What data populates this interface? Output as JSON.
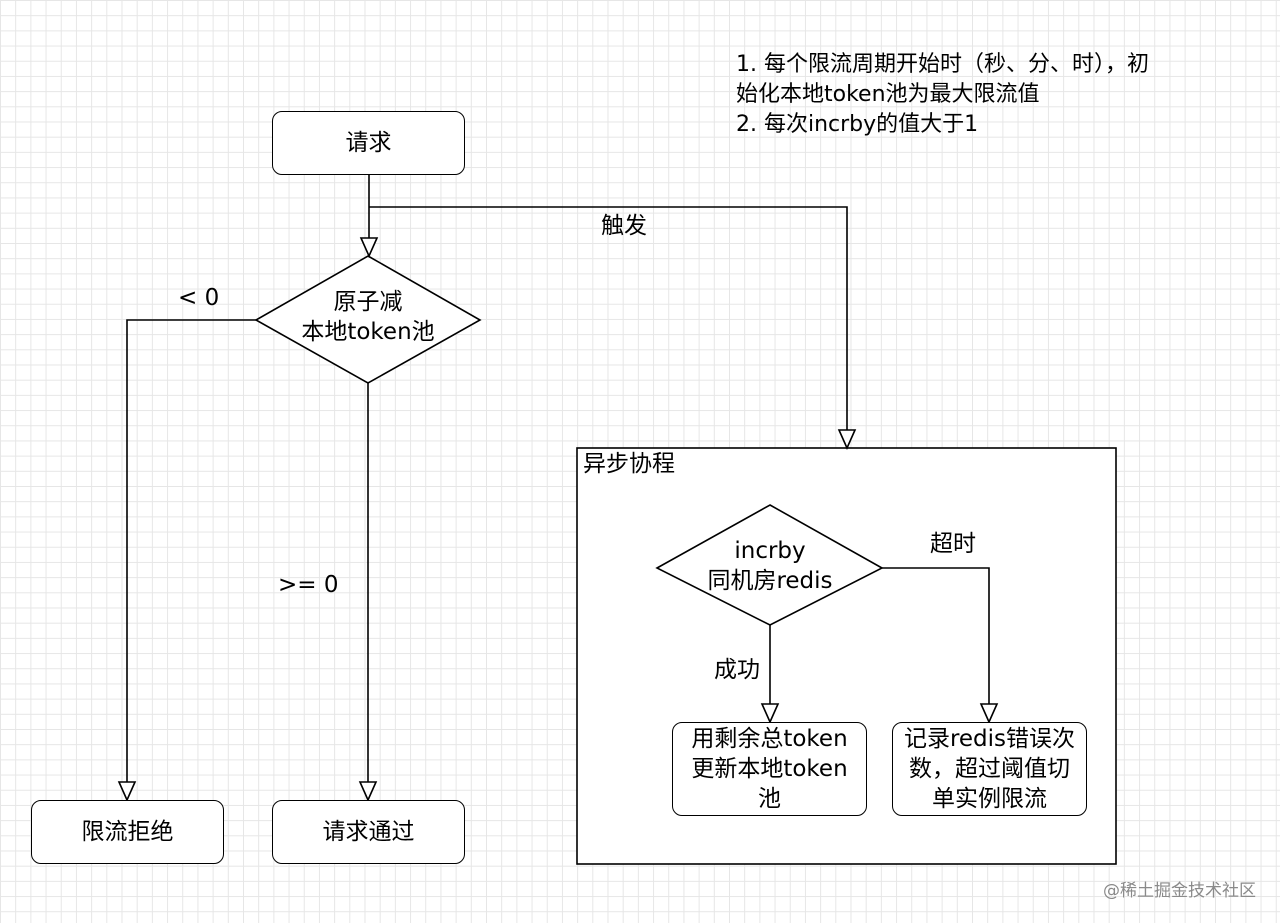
{
  "note": {
    "line1": "1. 每个限流周期开始时（秒、分、时），初",
    "line2": "始化本地token池为最大限流值",
    "line3": "2. 每次incrby的值大于1"
  },
  "nodes": {
    "request": "请求",
    "atomic_decr": {
      "line1": "原子减",
      "line2": "本地token池"
    },
    "reject": "限流拒绝",
    "pass": "请求通过",
    "async_title": "异步协程",
    "incrby": {
      "line1": "incrby",
      "line2": "同机房redis"
    },
    "update": {
      "line1": "用剩余总token",
      "line2": "更新本地token",
      "line3": "池"
    },
    "record": {
      "line1": "记录redis错误次",
      "line2": "数，超过阈值切",
      "line3": "单实例限流"
    }
  },
  "edges": {
    "trigger": "触发",
    "lt_zero": "< 0",
    "ge_zero": ">= 0",
    "timeout": "超时",
    "success": "成功"
  },
  "watermark": "@稀土掘金技术社区"
}
